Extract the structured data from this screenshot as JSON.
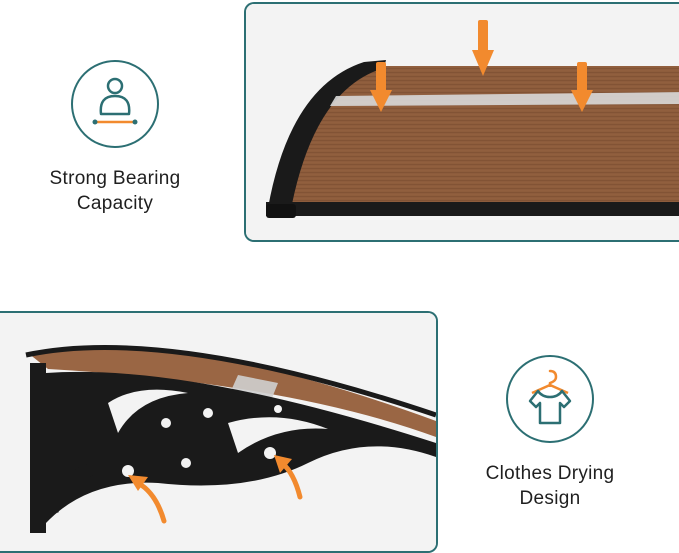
{
  "features": {
    "bearing": {
      "icon": "weight-bearing-icon",
      "line1": "Strong Bearing",
      "line2": "Capacity"
    },
    "drying": {
      "icon": "t-shirt-hanger-icon",
      "line1": "Clothes Drying",
      "line2": "Design"
    }
  },
  "colors": {
    "accent_teal": "#2c6f73",
    "arrow_orange": "#f28a2e",
    "panel_brown": "#8b5a3a",
    "frame_black": "#1a1a1a"
  }
}
